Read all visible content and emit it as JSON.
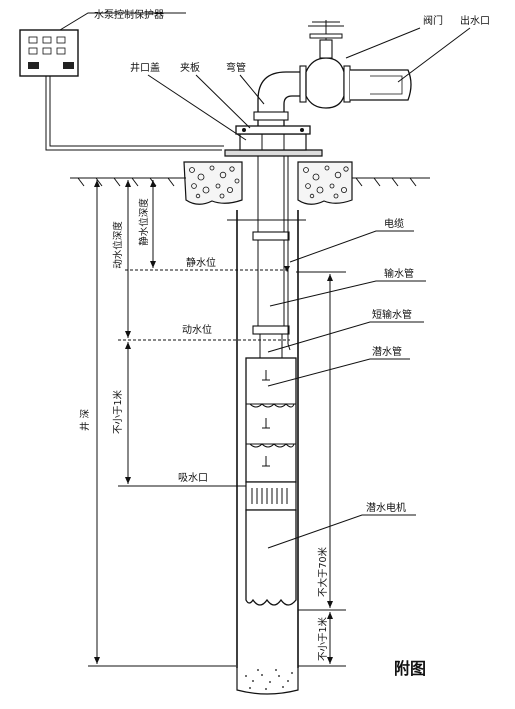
{
  "labels": {
    "controller": "水泵控制保护器",
    "valve": "阀门",
    "outlet": "出水口",
    "wellhead_cover": "井口盖",
    "clamp_plate": "夹板",
    "elbow": "弯管",
    "cable": "电缆",
    "static_level": "静水位",
    "delivery_pipe": "输水管",
    "short_pipe": "短输水管",
    "dynamic_level": "动水位",
    "pump": "潜水管",
    "suction": "吸水口",
    "motor": "潜水电机",
    "dynamic_depth": "动水位深度",
    "static_depth": "静水位深度",
    "well_depth": "井  深",
    "min_1m_upper": "不小于1米",
    "max_70m": "不大于70米",
    "min_1m_lower": "不小于1米",
    "figure_title": "附图"
  }
}
